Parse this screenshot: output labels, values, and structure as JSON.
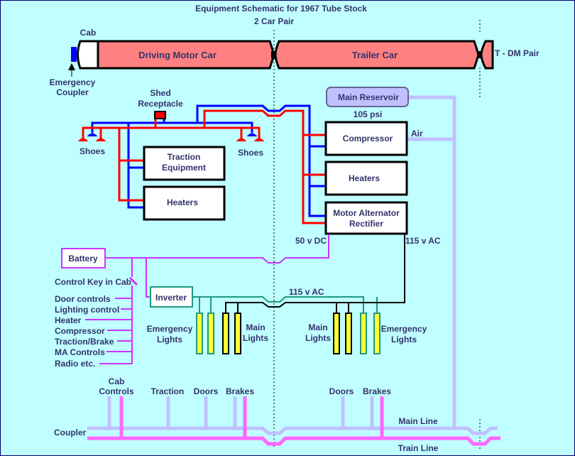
{
  "title": "Equipment Schematic for 1967 Tube Stock",
  "subtitle": "2 Car Pair",
  "train": {
    "cab_label": "Cab",
    "emergency_coupler": [
      "Emergency",
      "Coupler"
    ],
    "car1": "Driving Motor Car",
    "car2": "Trailer Car",
    "next_pair": "T - DM Pair"
  },
  "traction": {
    "shed_receptacle": [
      "Shed",
      "Receptacle"
    ],
    "shoes_left": "Shoes",
    "shoes_right": "Shoes",
    "traction_equipment": [
      "Traction",
      "Equipment"
    ],
    "heaters_left": "Heaters"
  },
  "air": {
    "main_reservoir": "Main Reservoir",
    "pressure": "105 psi",
    "air_label": "Air"
  },
  "trailer_equipment": {
    "compressor": "Compressor",
    "heaters": "Heaters",
    "mar": [
      "Motor Alternator",
      "Rectifier"
    ],
    "dc_label": "50 v DC",
    "ac_label": "115 v AC"
  },
  "battery_circuit": {
    "battery": "Battery",
    "control_key": "Control Key in Cab",
    "controls": [
      "Door controls",
      "Lighting control",
      "Heater",
      "Compressor",
      "Traction/Brake",
      "MA Controls",
      "Radio etc."
    ],
    "inverter": "Inverter",
    "inverter_output": "115 v AC"
  },
  "lighting": {
    "emergency_left": [
      "Emergency",
      "Lights"
    ],
    "main_left": [
      "Main",
      "Lights"
    ],
    "main_right": [
      "Main",
      "Lights"
    ],
    "emergency_right": [
      "Emergency",
      "Lights"
    ]
  },
  "lines": {
    "cab_controls": [
      "Cab",
      "Controls"
    ],
    "traction": "Traction",
    "doors_left": "Doors",
    "brakes_left": "Brakes",
    "doors_right": "Doors",
    "brakes_right": "Brakes",
    "coupler": "Coupler",
    "main_line": "Main Line",
    "train_line": "Train Line"
  },
  "colors": {
    "background": "#c0ffff",
    "border": "#000066",
    "car_body": "#ff8080",
    "positive": "#ff0000",
    "negative": "#0000ff",
    "air": "#c0c0ff",
    "battery": "#cc33ff",
    "inverter": "#209980",
    "train_line": "#ff66ff",
    "lamp": "#ffff33",
    "text": "#33336b"
  }
}
